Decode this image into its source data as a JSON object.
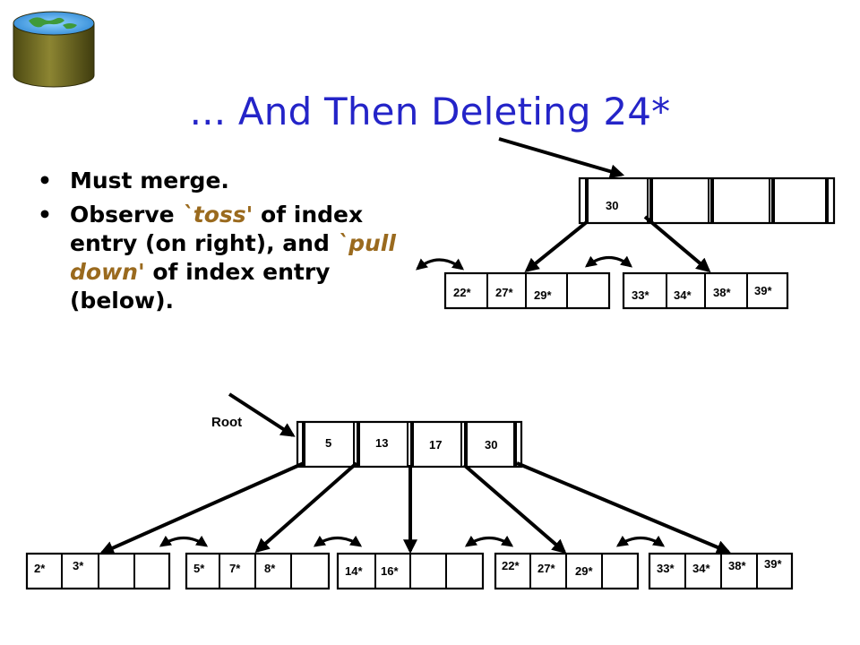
{
  "title": "... And Then Deleting 24*",
  "bullets": {
    "b1": "Must merge.",
    "b2_a": "Observe ",
    "b2_b": "`toss'",
    "b2_c": " of index entry (on right), and ",
    "b2_d": "`pull down'",
    "b2_e": " of index entry (below)."
  },
  "top_tree": {
    "index": {
      "keys": [
        "30",
        "",
        "",
        ""
      ]
    },
    "leaf_left": {
      "entries": [
        "22*",
        "27*",
        "29*",
        ""
      ]
    },
    "leaf_right": {
      "entries": [
        "33*",
        "34*",
        "38*",
        "39*"
      ]
    }
  },
  "bottom_tree": {
    "root_label": "Root",
    "root": {
      "keys": [
        "5",
        "13",
        "17",
        "30"
      ]
    },
    "leaves": [
      {
        "entries": [
          "2*",
          "3*",
          "",
          ""
        ]
      },
      {
        "entries": [
          "5*",
          "7*",
          "8*",
          ""
        ]
      },
      {
        "entries": [
          "14*",
          "16*",
          "",
          ""
        ]
      },
      {
        "entries": [
          "22*",
          "27*",
          "29*",
          ""
        ]
      },
      {
        "entries": [
          "33*",
          "34*",
          "38*",
          "39*"
        ]
      }
    ]
  },
  "colors": {
    "title": "#2424c8",
    "highlight": "#9a6a1e"
  },
  "icons": [
    "database-icon"
  ]
}
